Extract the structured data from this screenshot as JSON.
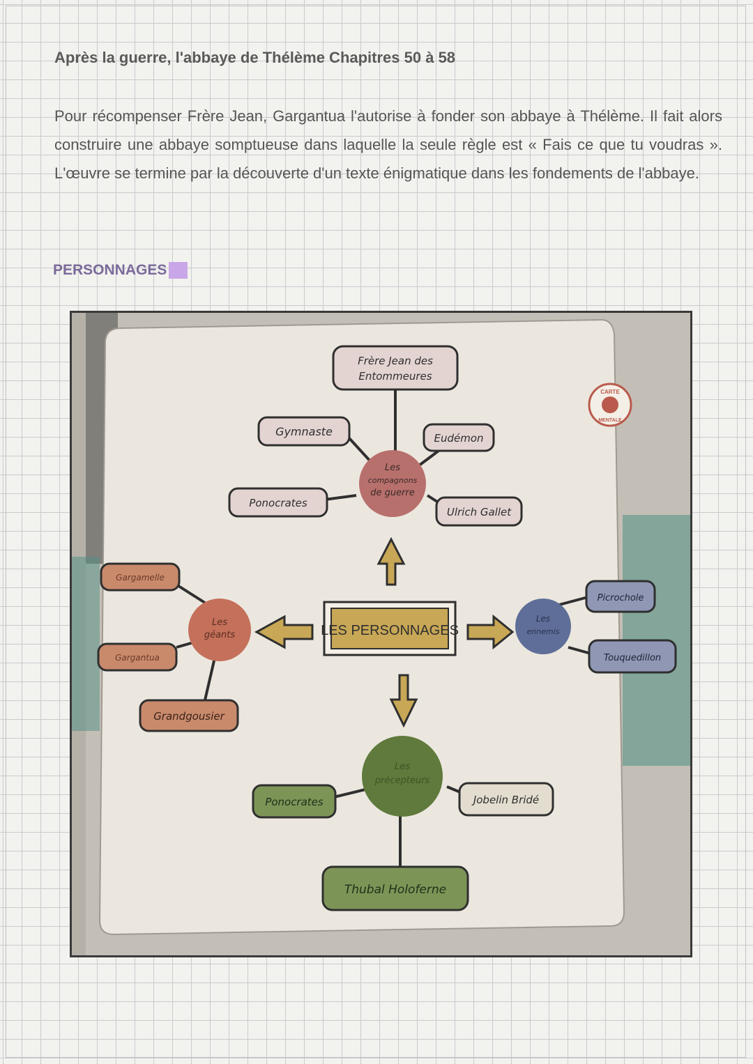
{
  "document": {
    "title": "Après la guerre, l'abbaye de Thélème Chapitres 50 à 58",
    "intro": "Pour récompenser Frère Jean, Gargantua l'autorise à fonder son abbaye à Thélème. Il fait alors construire une abbaye somptueuse dans laquelle la seule règle est « Fais ce que tu voudras ». L'œuvre se termine par la découverte d'un texte énigmatique dans les fondements de l'abbaye.",
    "section_heading": "PERSONNAGES"
  },
  "mindmap": {
    "center": "LES PERSONNAGES",
    "badge": {
      "line1": "CARTE",
      "line2": "MENTALE"
    },
    "groups": {
      "compagnons": {
        "hub": [
          "Les",
          "compagnons",
          "de guerre"
        ],
        "members": [
          "Frère Jean des",
          "Entommeures",
          "Gymnaste",
          "Eudémon",
          "Ponocrates",
          "Ulrich Gallet"
        ]
      },
      "geants": {
        "hub": [
          "Les",
          "géants"
        ],
        "members": [
          "Gargamelle",
          "Gargantua",
          "Grandgousier"
        ]
      },
      "ennemis": {
        "hub": [
          "Les",
          "ennemis"
        ],
        "members": [
          "Picrochole",
          "Touquedillon"
        ]
      },
      "precepteurs": {
        "hub": [
          "Les",
          "précepteurs"
        ],
        "members": [
          "Ponocrates",
          "Jobelin Bridé",
          "Thubal Holoferne"
        ]
      }
    },
    "colors": {
      "compagnons": "#b8706c",
      "compagnons_box": "#e3d4d2",
      "geants": "#c4705a",
      "geants_box": "#c98a6c",
      "ennemis": "#5e6e98",
      "ennemis_box": "#8f97b4",
      "precepteurs": "#5f7a3c",
      "precepteurs_box": "#7d9457",
      "center_box": "#c8a756"
    }
  }
}
